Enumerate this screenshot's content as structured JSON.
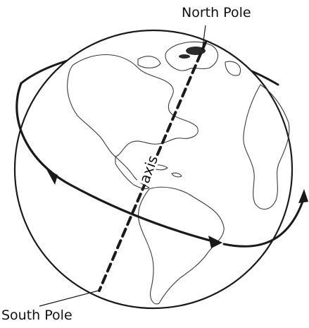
{
  "labels": {
    "north_pole": "North Pole",
    "south_pole": "South Pole",
    "axis": "axis"
  },
  "colors": {
    "stroke": "#1a1a1a",
    "land": "#3a3a3a",
    "background": "#ffffff"
  }
}
